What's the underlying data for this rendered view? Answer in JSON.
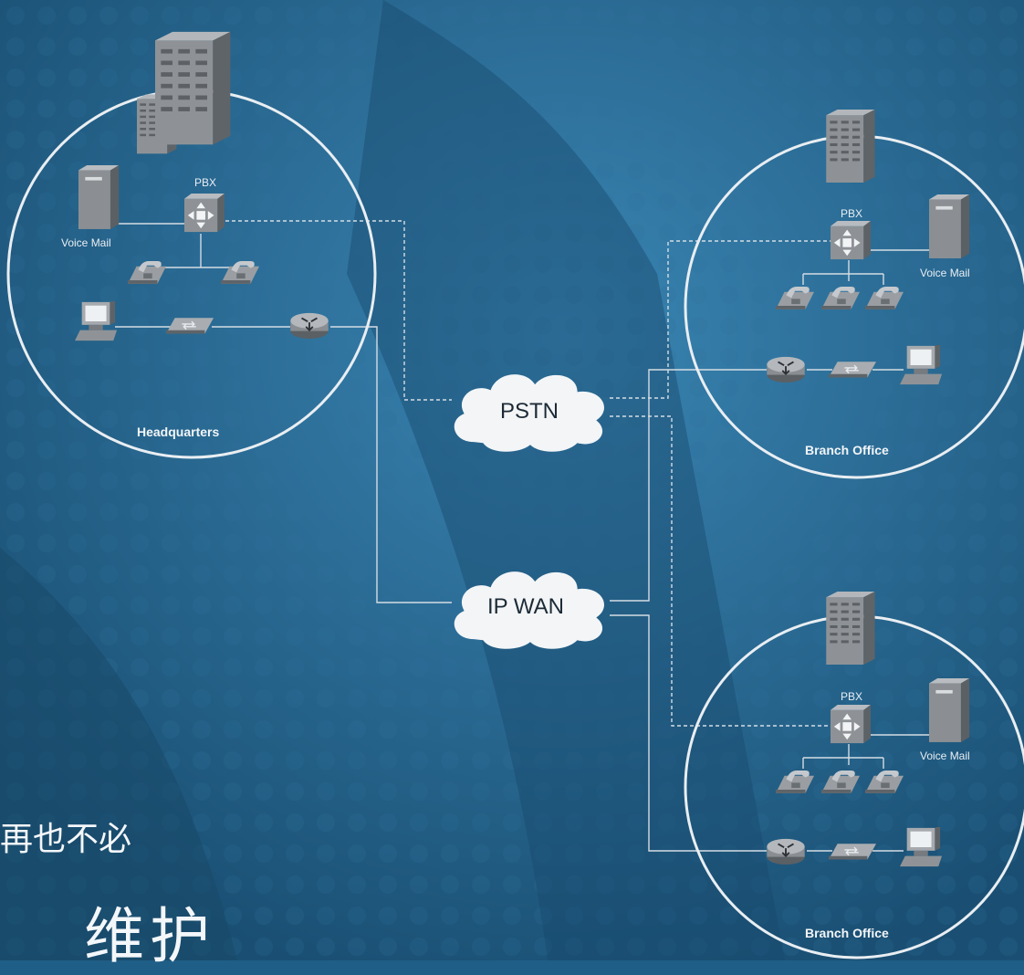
{
  "sites": {
    "headquarters": {
      "name": "Headquarters",
      "pbx": "PBX",
      "voicemail": "Voice Mail"
    },
    "branch1": {
      "name": "Branch Office",
      "pbx": "PBX",
      "voicemail": "Voice Mail"
    },
    "branch2": {
      "name": "Branch Office",
      "pbx": "PBX",
      "voicemail": "Voice Mail"
    }
  },
  "networks": {
    "pstn": "PSTN",
    "ipwan": "IP WAN"
  },
  "caption": {
    "line1": "再也不必",
    "line2": "维护"
  },
  "colors": {
    "background": "#1f5e86",
    "lines": "#d5dde4",
    "cloud": "#f3f5f7"
  }
}
